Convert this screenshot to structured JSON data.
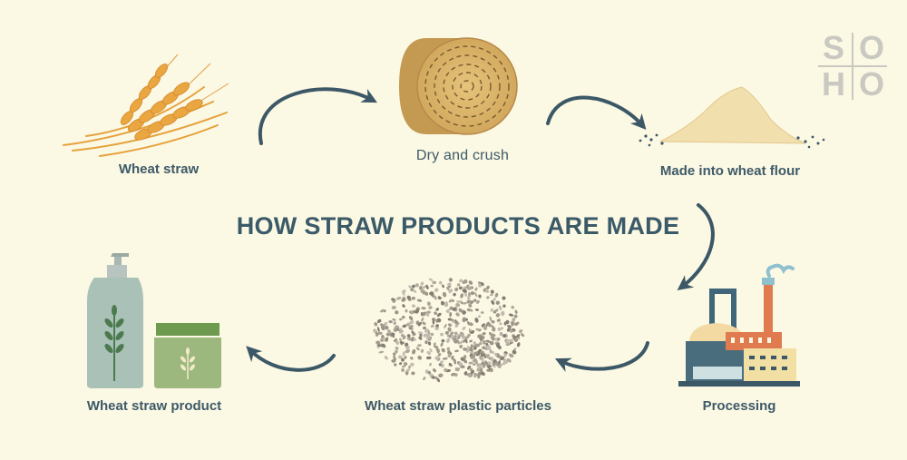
{
  "title": "HOW STRAW PRODUCTS ARE MADE",
  "steps": {
    "wheat_straw": "Wheat straw",
    "dry_crush": "Dry and crush",
    "wheat_flour": "Made into wheat flour",
    "processing": "Processing",
    "plastic_particles": "Wheat straw plastic particles",
    "product": "Wheat straw product"
  },
  "logo": {
    "letters": [
      "S",
      "O",
      "H",
      "O"
    ]
  },
  "colors": {
    "background": "#fbf8e4",
    "text": "#3e5a68",
    "arrow": "#3c5866",
    "wheat": "#e8a43a",
    "bale": "#dcb46a",
    "flour": "#f2dfae",
    "pellets": "#9c9488",
    "bottle": "#a9c1b6",
    "jar": "#9cb87e"
  },
  "icons": [
    "wheat-icon",
    "hay-bale-icon",
    "flour-pile-icon",
    "factory-icon",
    "plastic-pellets-icon",
    "bottle-jar-icon"
  ]
}
